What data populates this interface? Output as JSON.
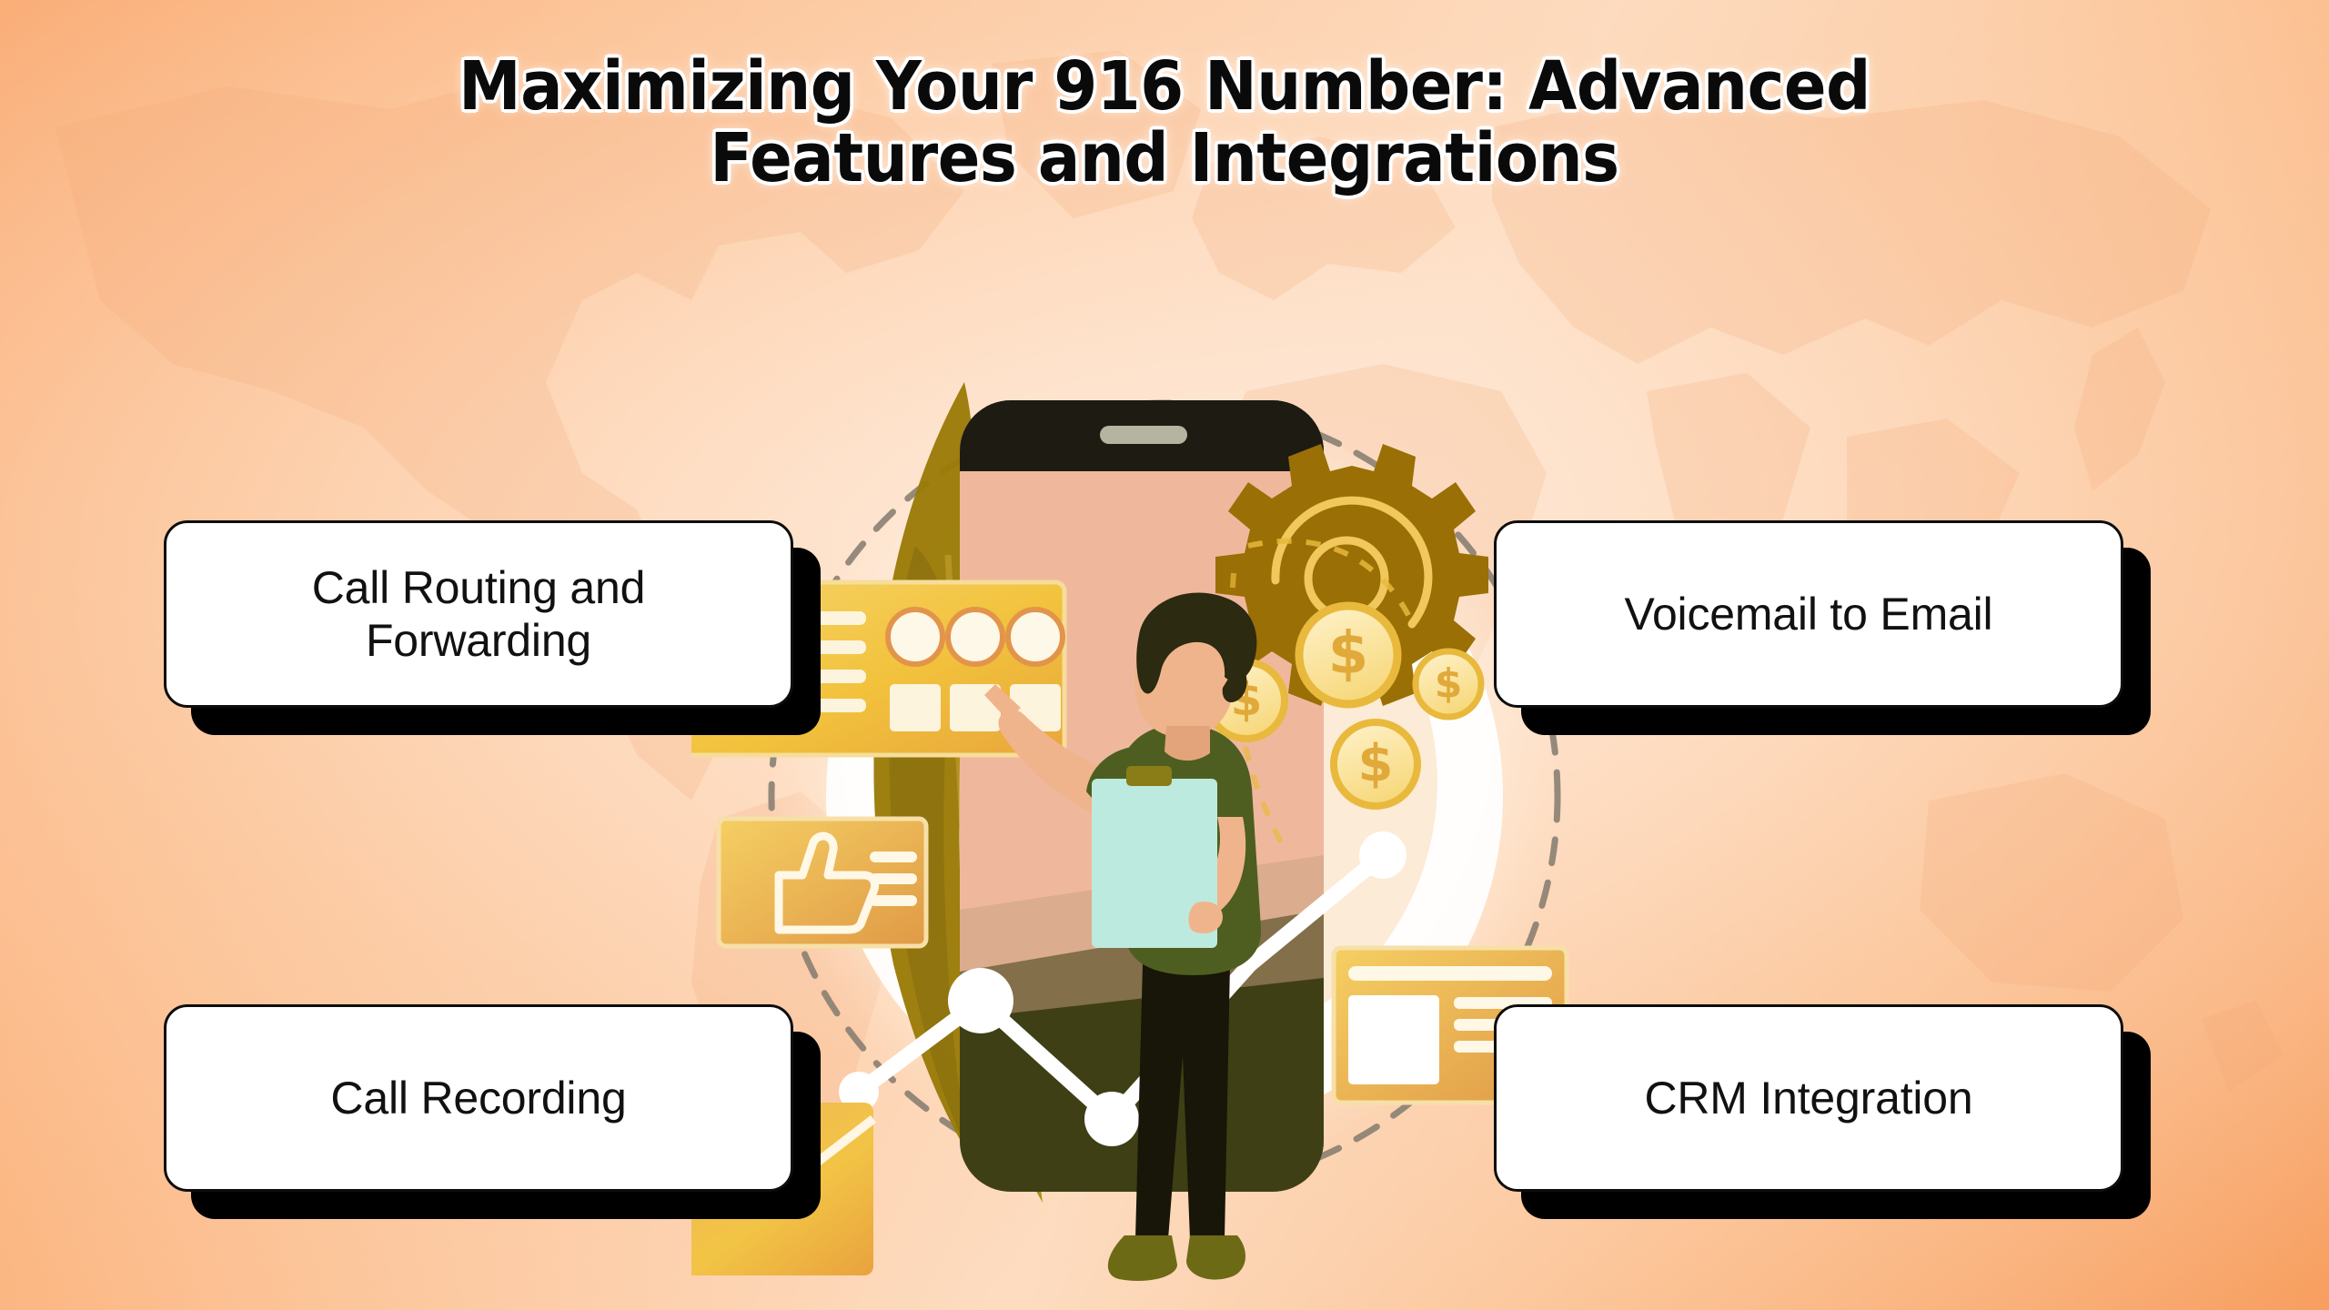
{
  "title": {
    "line1": "Maximizing Your 916 Number: Advanced",
    "line2": "Features and Integrations",
    "full": "Maximizing Your 916 Number: Advanced Features and Integrations"
  },
  "cards": [
    {
      "id": "call-routing-and-forwarding",
      "label": "Call Routing and Forwarding",
      "position": "top-left"
    },
    {
      "id": "voicemail-to-email",
      "label": "Voicemail to Email",
      "position": "top-right"
    },
    {
      "id": "call-recording",
      "label": "Call Recording",
      "position": "bottom-left"
    },
    {
      "id": "crm-integration",
      "label": "CRM Integration",
      "position": "bottom-right"
    }
  ],
  "illustration": {
    "description": "Flat illustration of a man with clipboard beside a large smartphone surrounded by dashboard, gear, coins, envelope, thumbs-up card and analytics line",
    "elements": [
      "smartphone",
      "dashboard-panel",
      "gauge-dials",
      "gear-icon",
      "dollar-coins",
      "envelope-icon",
      "thumbs-up-card",
      "analytics-line-chart",
      "window-card",
      "person-with-clipboard",
      "leaf-plant",
      "dashed-circle"
    ],
    "coin_symbol": "$"
  },
  "colors": {
    "background_light": "#fde0c6",
    "background_dark": "#f79e5f",
    "card_face": "#ffffff",
    "card_border": "#0d0d0d",
    "card_shadow": "#000000",
    "title_text": "#0a0a0a",
    "title_outline": "#ffffff",
    "accent_gold": "#f2c23c",
    "accent_dark_gold": "#9a6f05",
    "shirt_green": "#4e5e20",
    "skin": "#f0b48c"
  }
}
